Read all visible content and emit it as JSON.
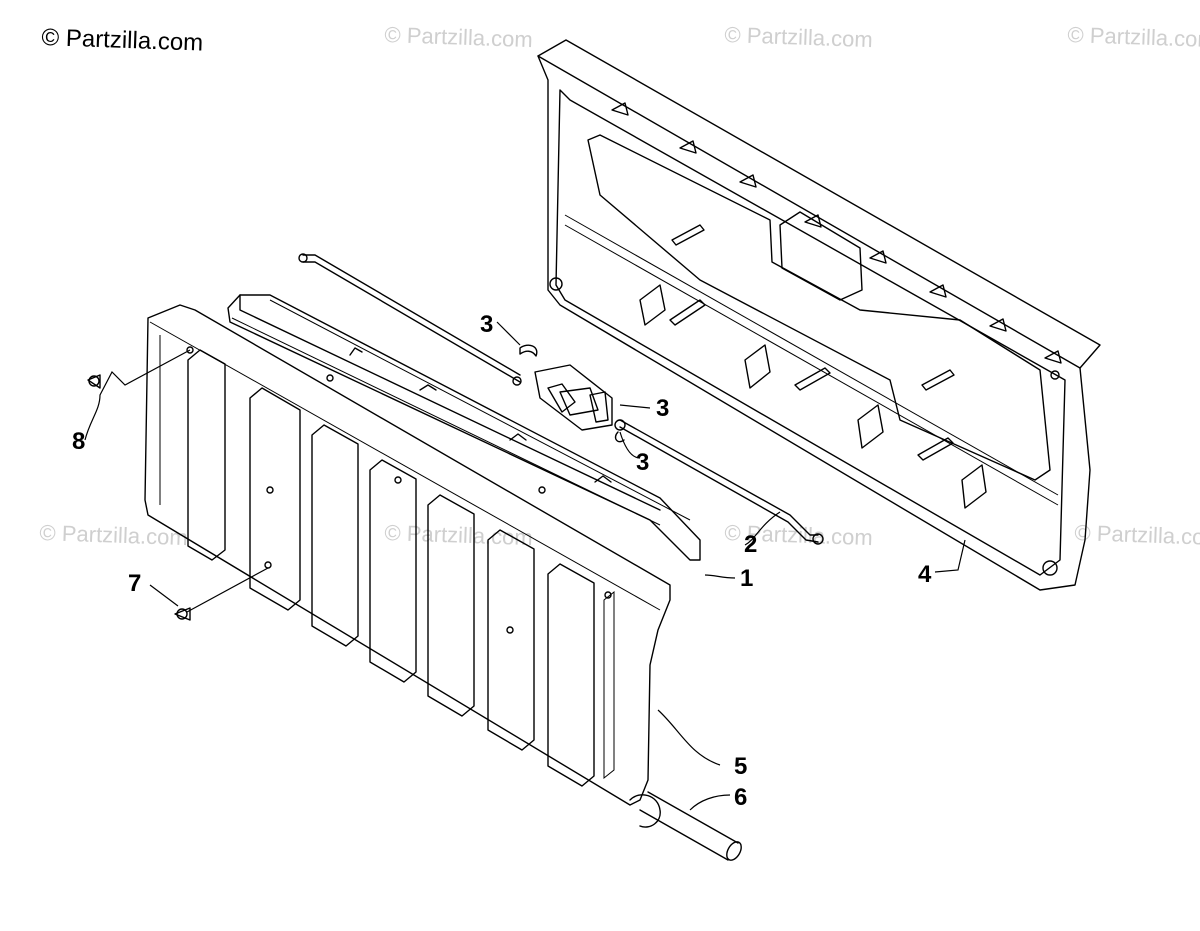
{
  "copyright": "© Partzilla.com",
  "watermark": "© Partzilla.com",
  "callouts": {
    "c1": "1",
    "c2": "2",
    "c3a": "3",
    "c3b": "3",
    "c3c": "3",
    "c4": "4",
    "c5": "5",
    "c6": "6",
    "c7": "7",
    "c8": "8"
  },
  "colors": {
    "line": "#000000",
    "watermark": "#cfcfcf",
    "background": "#ffffff"
  }
}
